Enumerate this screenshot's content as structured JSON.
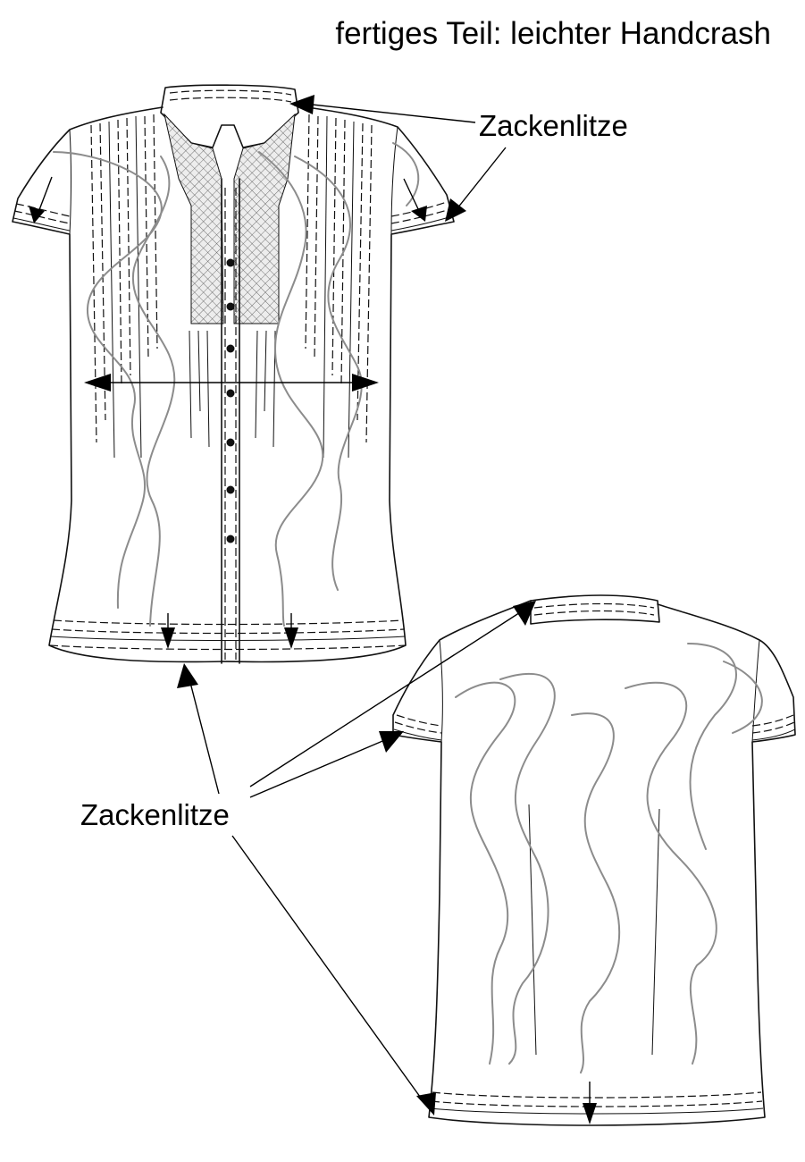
{
  "header": {
    "title": "fertiges Teil: leichter Handcrash"
  },
  "labels": {
    "trim_top": "Zackenlitze",
    "trim_bottom": "Zackenlitze"
  },
  "colors": {
    "outline": "#111111",
    "crash_lines": "#8c8c8c",
    "yoke_fill": "#e6e6e6"
  }
}
